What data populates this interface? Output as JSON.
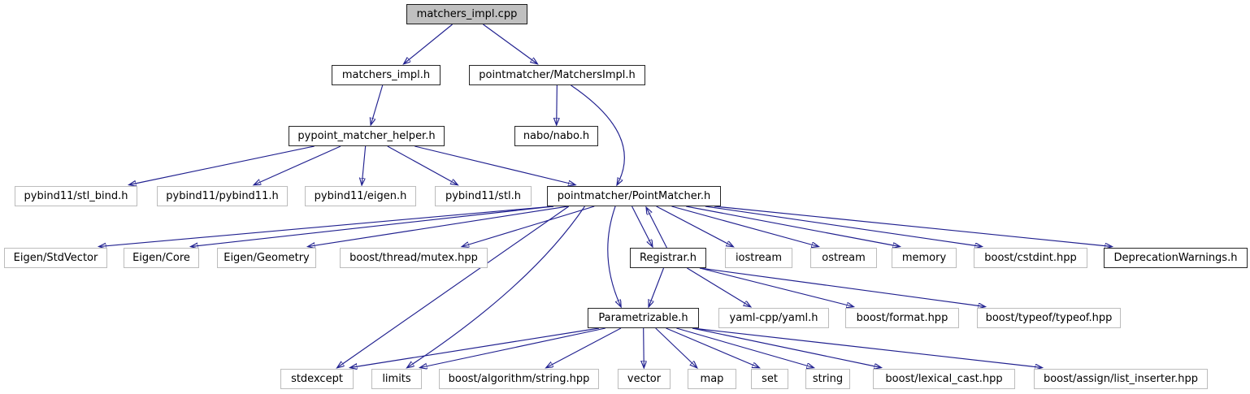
{
  "diagram": {
    "kind": "include-dependency-graph",
    "root_file": "matchers_impl.cpp",
    "colors": {
      "edge": "#20208f",
      "border_linked": "#262626",
      "border_plain": "#bcbcbc",
      "node_fill": "#ffffff",
      "root_fill": "#c0c0c0",
      "text": "#000000",
      "background": "#ffffff"
    },
    "nodes": {
      "matchers_impl_cpp": {
        "label": "matchers_impl.cpp",
        "linked": true,
        "root": true
      },
      "matchers_impl_h": {
        "label": "matchers_impl.h",
        "linked": true
      },
      "matchersimpl_h": {
        "label": "pointmatcher/MatchersImpl.h",
        "linked": true
      },
      "pypoint_helper": {
        "label": "pypoint_matcher_helper.h",
        "linked": true
      },
      "nabo": {
        "label": "nabo/nabo.h",
        "linked": true
      },
      "stl_bind": {
        "label": "pybind11/stl_bind.h",
        "linked": false
      },
      "pybind11": {
        "label": "pybind11/pybind11.h",
        "linked": false
      },
      "eigen_py": {
        "label": "pybind11/eigen.h",
        "linked": false
      },
      "stl_py": {
        "label": "pybind11/stl.h",
        "linked": false
      },
      "pointmatcher": {
        "label": "pointmatcher/PointMatcher.h",
        "linked": true
      },
      "eigen_stdvector": {
        "label": "Eigen/StdVector",
        "linked": false
      },
      "eigen_core": {
        "label": "Eigen/Core",
        "linked": false
      },
      "eigen_geometry": {
        "label": "Eigen/Geometry",
        "linked": false
      },
      "mutex": {
        "label": "boost/thread/mutex.hpp",
        "linked": false
      },
      "registrar": {
        "label": "Registrar.h",
        "linked": true
      },
      "iostream": {
        "label": "iostream",
        "linked": false
      },
      "ostream": {
        "label": "ostream",
        "linked": false
      },
      "memory": {
        "label": "memory",
        "linked": false
      },
      "cstdint": {
        "label": "boost/cstdint.hpp",
        "linked": false
      },
      "deprecation": {
        "label": "DeprecationWarnings.h",
        "linked": true
      },
      "parametrizable": {
        "label": "Parametrizable.h",
        "linked": true
      },
      "yaml": {
        "label": "yaml-cpp/yaml.h",
        "linked": false
      },
      "format": {
        "label": "boost/format.hpp",
        "linked": false
      },
      "typeof": {
        "label": "boost/typeof/typeof.hpp",
        "linked": false
      },
      "stdexcept": {
        "label": "stdexcept",
        "linked": false
      },
      "limits": {
        "label": "limits",
        "linked": false
      },
      "algo_string": {
        "label": "boost/algorithm/string.hpp",
        "linked": false
      },
      "vector": {
        "label": "vector",
        "linked": false
      },
      "map": {
        "label": "map",
        "linked": false
      },
      "set": {
        "label": "set",
        "linked": false
      },
      "string": {
        "label": "string",
        "linked": false
      },
      "lexical": {
        "label": "boost/lexical_cast.hpp",
        "linked": false
      },
      "assign": {
        "label": "boost/assign/list_inserter.hpp",
        "linked": false
      }
    },
    "edges": [
      {
        "from": "matchers_impl_cpp",
        "to": "matchers_impl_h"
      },
      {
        "from": "matchers_impl_cpp",
        "to": "matchersimpl_h"
      },
      {
        "from": "matchers_impl_h",
        "to": "pypoint_helper"
      },
      {
        "from": "matchersimpl_h",
        "to": "nabo"
      },
      {
        "from": "matchersimpl_h",
        "to": "pointmatcher",
        "bend": 62
      },
      {
        "from": "pypoint_helper",
        "to": "stl_bind"
      },
      {
        "from": "pypoint_helper",
        "to": "pybind11"
      },
      {
        "from": "pypoint_helper",
        "to": "eigen_py"
      },
      {
        "from": "pypoint_helper",
        "to": "stl_py"
      },
      {
        "from": "pypoint_helper",
        "to": "pointmatcher"
      },
      {
        "from": "pointmatcher",
        "to": "eigen_stdvector"
      },
      {
        "from": "pointmatcher",
        "to": "eigen_core"
      },
      {
        "from": "pointmatcher",
        "to": "eigen_geometry"
      },
      {
        "from": "pointmatcher",
        "to": "mutex"
      },
      {
        "from": "pointmatcher",
        "to": "stdexcept",
        "o": -10
      },
      {
        "from": "pointmatcher",
        "to": "limits",
        "o": -8,
        "bend": 42
      },
      {
        "from": "pointmatcher",
        "to": "registrar",
        "o": -10
      },
      {
        "from": "registrar",
        "to": "pointmatcher",
        "o": 6
      },
      {
        "from": "pointmatcher",
        "to": "parametrizable",
        "o": -25,
        "bend": -25
      },
      {
        "from": "pointmatcher",
        "to": "iostream"
      },
      {
        "from": "pointmatcher",
        "to": "ostream"
      },
      {
        "from": "pointmatcher",
        "to": "memory"
      },
      {
        "from": "pointmatcher",
        "to": "cstdint"
      },
      {
        "from": "pointmatcher",
        "to": "deprecation"
      },
      {
        "from": "registrar",
        "to": "parametrizable"
      },
      {
        "from": "registrar",
        "to": "yaml"
      },
      {
        "from": "registrar",
        "to": "format"
      },
      {
        "from": "registrar",
        "to": "typeof"
      },
      {
        "from": "parametrizable",
        "to": "stdexcept",
        "o": 6
      },
      {
        "from": "parametrizable",
        "to": "limits",
        "o": 8
      },
      {
        "from": "parametrizable",
        "to": "algo_string"
      },
      {
        "from": "parametrizable",
        "to": "vector"
      },
      {
        "from": "parametrizable",
        "to": "map"
      },
      {
        "from": "parametrizable",
        "to": "set"
      },
      {
        "from": "parametrizable",
        "to": "string"
      },
      {
        "from": "parametrizable",
        "to": "lexical"
      },
      {
        "from": "parametrizable",
        "to": "assign"
      }
    ]
  }
}
